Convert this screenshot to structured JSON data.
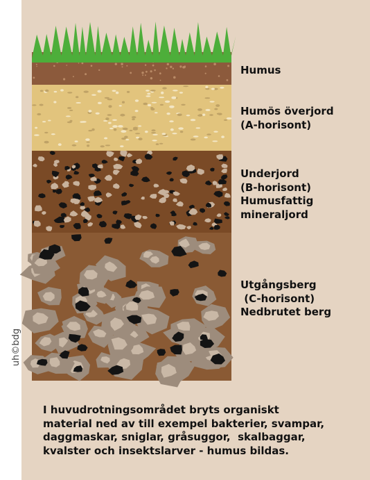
{
  "credit": "uh©bdg",
  "layers": [
    {
      "id": "humus",
      "label": "Humus"
    },
    {
      "id": "a-horizon",
      "label": "Humös överjord\n(A-horisont)"
    },
    {
      "id": "b-horizon",
      "label": "Underjord\n(B-horisont)\nHumusfattig\nmineraljord"
    },
    {
      "id": "c-horizon",
      "label": "Utgångsberg\n (C-horisont)\nNedbrutet berg"
    }
  ],
  "caption": [
    "I huvudrotningsområdet bryts organiskt",
    "material ned av till exempel bakterier, svampar,",
    "daggmaskar, sniglar, gråsuggor,  skalbaggar,",
    "kvalster och insektslarver - humus bildas."
  ],
  "colors": {
    "background": "#e5d4c2",
    "grass": "#4dae3a",
    "humus": "#8c5a3c",
    "topsoil": "#e2c47d",
    "subsoil": "#7a4a26",
    "bedrock": "#8a5a34",
    "stone": "#9d8c7c",
    "dark_stone": "#141414"
  }
}
